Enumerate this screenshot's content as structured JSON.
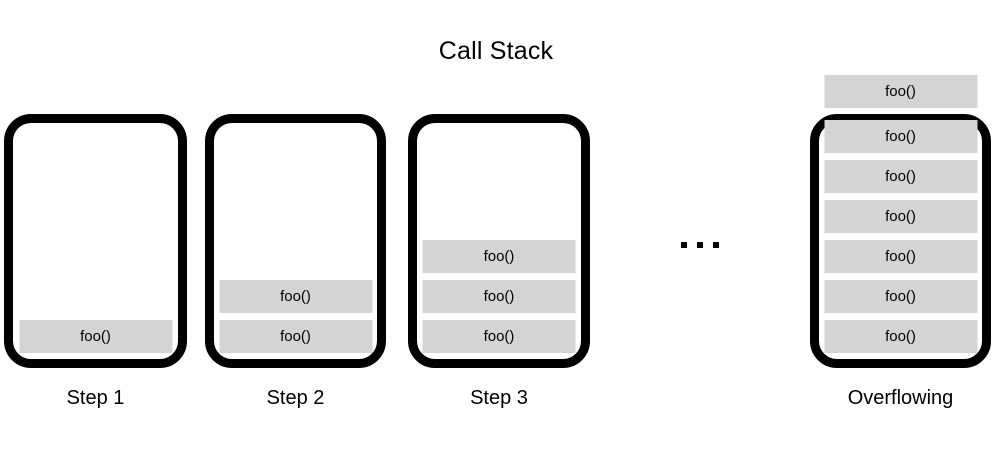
{
  "title": "Call Stack",
  "panels": [
    {
      "label": "Step 1",
      "frames": [
        "foo()"
      ],
      "overflow_frames": []
    },
    {
      "label": "Step 2",
      "frames": [
        "foo()",
        "foo()"
      ],
      "overflow_frames": []
    },
    {
      "label": "Step 3",
      "frames": [
        "foo()",
        "foo()",
        "foo()"
      ],
      "overflow_frames": []
    },
    {
      "label": "Overflowing",
      "frames": [
        "foo()",
        "foo()",
        "foo()",
        "foo()",
        "foo()",
        "foo()"
      ],
      "overflow_frames": [
        "foo()"
      ]
    }
  ],
  "ellipsis_dot_count": 3,
  "colors": {
    "background": "#ffffff",
    "text": "#000000",
    "container_border": "#000000",
    "frame_fill": "#d4d4d4"
  }
}
